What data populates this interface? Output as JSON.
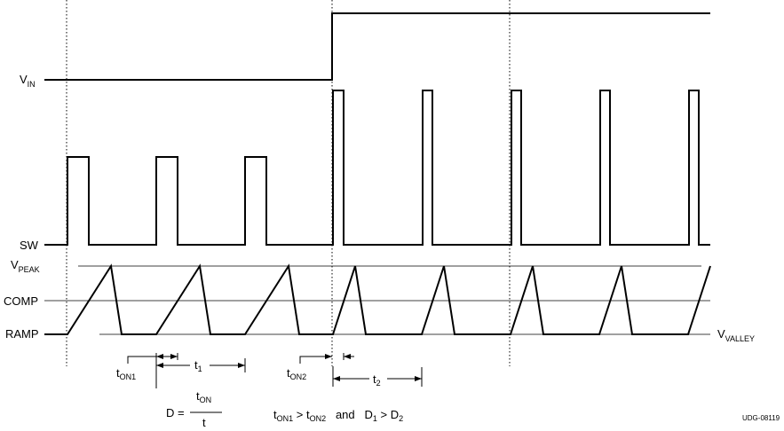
{
  "labels": {
    "vin": "V",
    "vin_sub": "IN",
    "sw": "SW",
    "vpeak": "V",
    "vpeak_sub": "PEAK",
    "comp": "COMP",
    "ramp": "RAMP",
    "vvalley": "V",
    "vvalley_sub": "VALLEY"
  },
  "annotations": {
    "ton1": "t",
    "ton1_sub": "ON1",
    "t1": "t",
    "t1_sub": "1",
    "ton2": "t",
    "ton2_sub": "ON2",
    "t2": "t",
    "t2_sub": "2",
    "d_eq": "D =",
    "frac_num": "t",
    "frac_num_sub": "ON",
    "frac_den": "t",
    "relation_a": "t",
    "relation_a_sub": "ON1",
    "relation_gt": " > ",
    "relation_b": "t",
    "relation_b_sub": "ON2",
    "relation_and": "   and   ",
    "relation_c": "D",
    "relation_c_sub": "1",
    "relation_gt2": " > ",
    "relation_d": "D",
    "relation_d_sub": "2"
  },
  "figure_id": "UDG-08119"
}
